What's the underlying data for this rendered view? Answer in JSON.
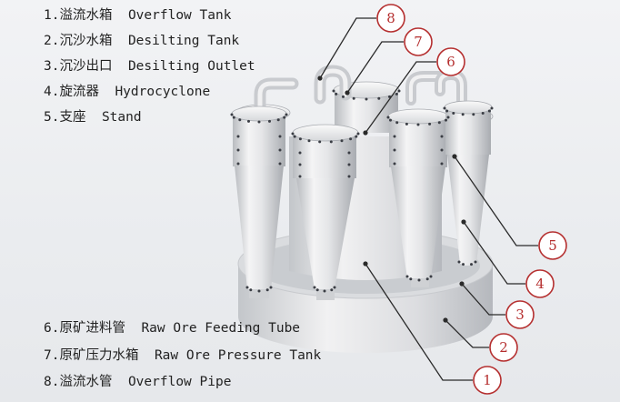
{
  "legend_top": [
    {
      "num": "1.",
      "zh": "溢流水箱",
      "en": "Overflow Tank"
    },
    {
      "num": "2.",
      "zh": "沉沙水箱",
      "en": "Desilting Tank"
    },
    {
      "num": "3.",
      "zh": "沉沙出口",
      "en": "Desilting Outlet"
    },
    {
      "num": "4.",
      "zh": "旋流器",
      "en": "Hydrocyclone"
    },
    {
      "num": "5.",
      "zh": "支座",
      "en": "Stand"
    }
  ],
  "legend_bottom": [
    {
      "num": "6.",
      "zh": "原矿进料管",
      "en": "Raw Ore Feeding Tube"
    },
    {
      "num": "7.",
      "zh": "原矿压力水箱",
      "en": "Raw Ore Pressure Tank"
    },
    {
      "num": "8.",
      "zh": "溢流水管",
      "en": "Overflow Pipe"
    }
  ],
  "callouts": [
    "1",
    "2",
    "3",
    "4",
    "5",
    "6",
    "7",
    "8"
  ],
  "colors": {
    "callout": "#b52f2f",
    "leader": "#2a2a2a",
    "metal_light": "#f4f4f5",
    "metal_dark": "#b9bcc0",
    "bolt": "#3a3d44"
  }
}
